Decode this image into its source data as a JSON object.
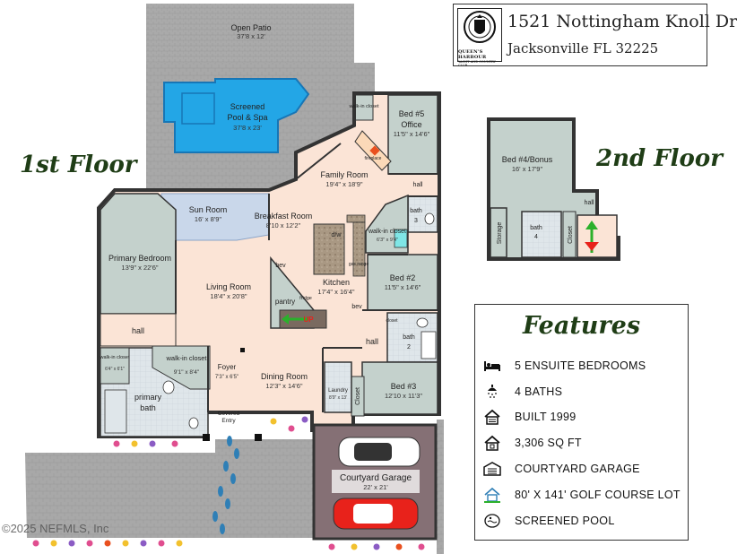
{
  "header": {
    "address": "1521 Nottingham Knoll Dr",
    "city": "Jacksonville FL 32225",
    "logo_name": "QUEEN'S HARBOUR",
    "logo_sub": "YACHT AND COUNTRY CLUB"
  },
  "floors": {
    "first": "1st Floor",
    "second": "2nd Floor"
  },
  "rooms": {
    "open_patio": {
      "name": "Open Patio",
      "dim": "37'8 x 12'"
    },
    "pool": {
      "name": "Screened",
      "name2": "Pool  & Spa",
      "dim": "37'8 x 23'"
    },
    "bed5": {
      "name": "Bed #5",
      "name2": "Office",
      "dim": "11'5\" x 14'6\""
    },
    "walkin_closet_top": "walk-in closet",
    "family": {
      "name": "Family Room",
      "dim": "19'4\" x 18'9\""
    },
    "fireplace": "fireplace",
    "hall_top": "hall",
    "sun": {
      "name": "Sun Room",
      "dim": "16' x 8'9\""
    },
    "breakfast": {
      "name": "Breakfast Room",
      "dim": "8'10 x 12'2\""
    },
    "bath3": {
      "name": "bath",
      "num": "3"
    },
    "walkin_closet_mid": {
      "name": "walk-in closet",
      "dim": "6'3\" x 9'4\""
    },
    "primary": {
      "name": "Primary Bedroom",
      "dim": "13'9\" x 22'6\""
    },
    "dw": "d/w",
    "gas_range": "gas range",
    "bev_left": "bev",
    "living": {
      "name": "Living Room",
      "dim": "18'4\" x 20'8\""
    },
    "kitchen": {
      "name": "Kitchen",
      "dim": "17'4\" x 16'4\""
    },
    "pantry": "pantry",
    "fridge": "fridge",
    "up": "UP",
    "bev_right": "bev",
    "bed2": {
      "name": "Bed #2",
      "dim": "11'5\" x 14'6\""
    },
    "hall_left": "hall",
    "closet_mid": "closet",
    "bath2": {
      "name": "bath",
      "num": "2"
    },
    "hall_right": "hall",
    "walkin_closet_small": {
      "name": "walk-in closet",
      "dim": "6'4\" x 6'1\""
    },
    "walkin_closet_primary": {
      "name": "walk-in closet",
      "dim": "9'1\" x 8'4\""
    },
    "foyer": {
      "name": "Foyer",
      "dim": "7'3\" x 6'5\""
    },
    "dining": {
      "name": "Dining Room",
      "dim": "12'3\" x 14'6\""
    },
    "primary_bath": {
      "name": "primary",
      "name2": "bath"
    },
    "laundry": {
      "name": "Laundry",
      "dim": "8'9\" x 13'"
    },
    "bed3": {
      "name": "Bed #3",
      "dim": "12'10 x 11'3\""
    },
    "closet_bed3": "Closet",
    "covered_entry": {
      "name": "Covered",
      "name2": "Entry"
    },
    "garage": {
      "name": "Courtyard Garage",
      "dim": "22' x 21'"
    },
    "bed4": {
      "name": "Bed #4/Bonus",
      "dim": "16' x 17'9\""
    },
    "storage": "Storage",
    "bath4": {
      "name": "bath",
      "num": "4"
    },
    "closet_2nd": "Closet",
    "hall_2nd": "hall"
  },
  "features": {
    "title": "Features",
    "items": [
      {
        "icon": "bed-icon",
        "label": "5 ENSUITE BEDROOMS"
      },
      {
        "icon": "shower-icon",
        "label": "4 BATHS"
      },
      {
        "icon": "house-built-icon",
        "label": "BUILT 1999"
      },
      {
        "icon": "house-sqft-icon",
        "label": "3,306 SQ FT"
      },
      {
        "icon": "garage-icon",
        "label": "COURTYARD GARAGE"
      },
      {
        "icon": "golf-lot-icon",
        "label": "80' X 141' GOLF COURSE LOT"
      },
      {
        "icon": "pool-icon",
        "label": "SCREENED POOL"
      }
    ]
  },
  "copyright": "©2025 NEFMLS, Inc",
  "colors": {
    "floor_tan": "#fbe4d6",
    "gray_room": "#c4d1cc",
    "blue_room": "#c9d7ea",
    "pool": "#23a6e6",
    "garage": "#857075",
    "wall": "#333333",
    "title_green": "#1f3d16"
  }
}
